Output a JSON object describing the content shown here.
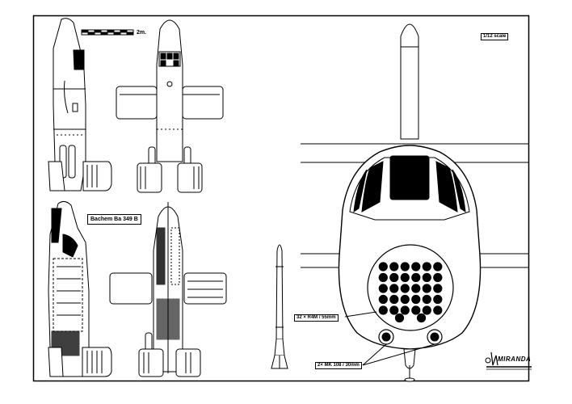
{
  "scale_bar_label": "2m.",
  "scale_text": "1/12 scale",
  "aircraft_title": "Bachem Ba 349 B",
  "rocket_label": "32 × R4M / 55mm",
  "cannon_label": "2× MK 108 / 30mm",
  "publisher_logo": "MIRANDA",
  "rocket_grid": {
    "rows": 5,
    "cols": 6
  }
}
